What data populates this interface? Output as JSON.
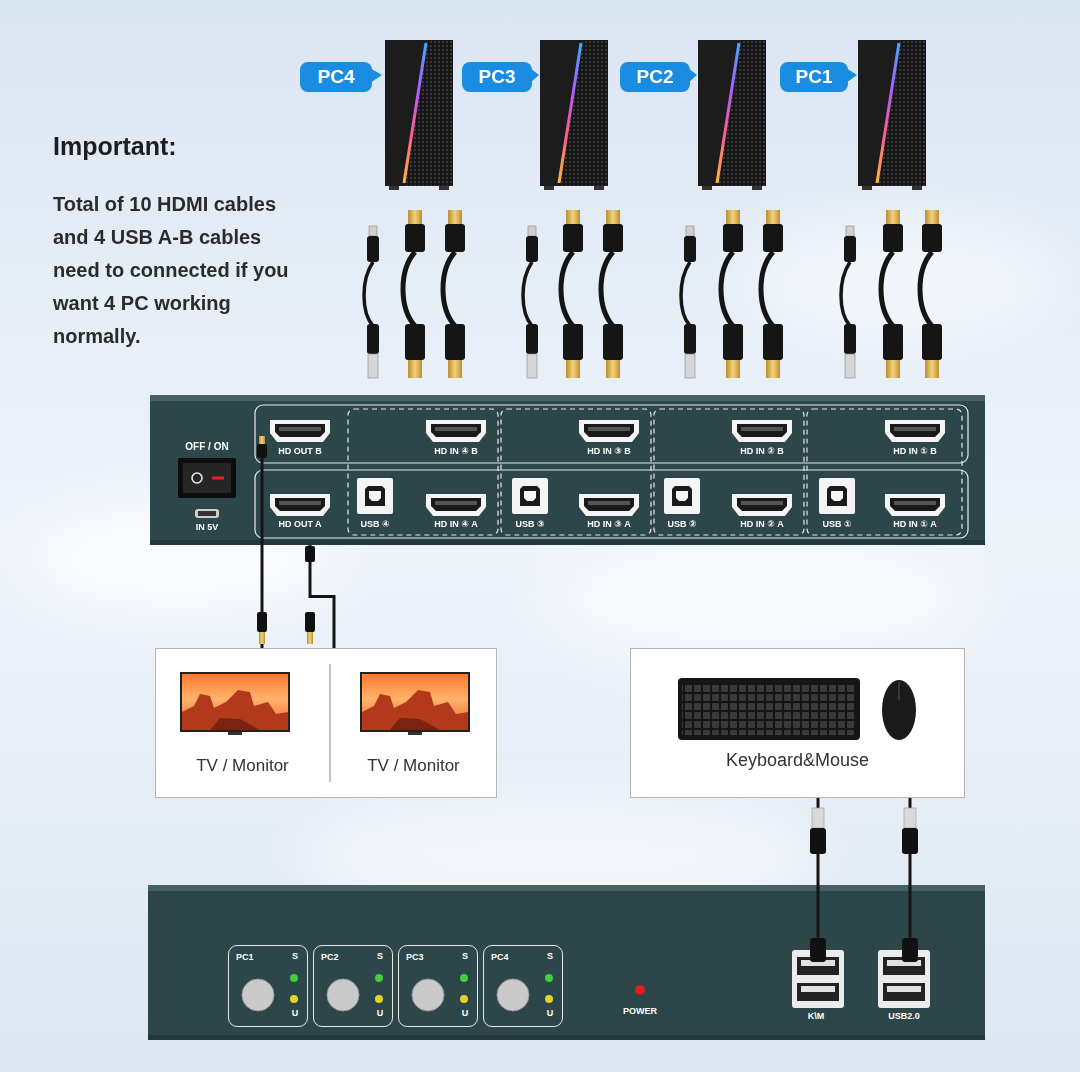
{
  "diagram": {
    "title": "Important:",
    "nodes": [
      {
        "text": [
          "PC4"
        ]
      },
      {
        "text": [
          "PC3"
        ]
      },
      {
        "text": [
          "PC2"
        ]
      },
      {
        "text": [
          "PC1"
        ]
      },
      {
        "text": [
          "OFF / ON",
          "IN 5V"
        ]
      },
      {
        "text": [
          "TV / Monitor"
        ]
      },
      {
        "text": [
          "TV / Monitor"
        ]
      },
      {
        "text": [
          "Keyboard&Mouse"
        ]
      },
      {
        "text": [
          "POWER",
          "K\\M",
          "USB2.0"
        ]
      },
      {
        "text": [
          "PC1",
          "S",
          "U"
        ],
        "in": 8
      },
      {
        "text": [
          "PC2",
          "S",
          "U"
        ],
        "in": 8
      },
      {
        "text": [
          "PC3",
          "S",
          "U"
        ],
        "in": 8
      },
      {
        "text": [
          "PC4",
          "S",
          "U"
        ],
        "in": 8
      }
    ],
    "edges": [
      {
        "from": 4,
        "to": 5,
        "arrow": "none"
      },
      {
        "from": 4,
        "to": 6,
        "arrow": "none"
      },
      {
        "from": 7,
        "to": 8,
        "arrow": "none"
      },
      {
        "from": 7,
        "to": 8,
        "arrow": "none"
      }
    ],
    "labels": [
      "Total of 10 HDMI cables and 4 USB A-B cables need to connected if you want 4 PC working normally.",
      "HD OUT B",
      "HD IN ④ B",
      "HD IN ③ B",
      "HD IN ② B",
      "HD IN ① B",
      "HD OUT A",
      "USB ④",
      "HD IN ④ A",
      "USB ③",
      "HD IN ③ A",
      "USB ②",
      "HD IN ② A",
      "USB ①",
      "HD IN ① A"
    ]
  }
}
